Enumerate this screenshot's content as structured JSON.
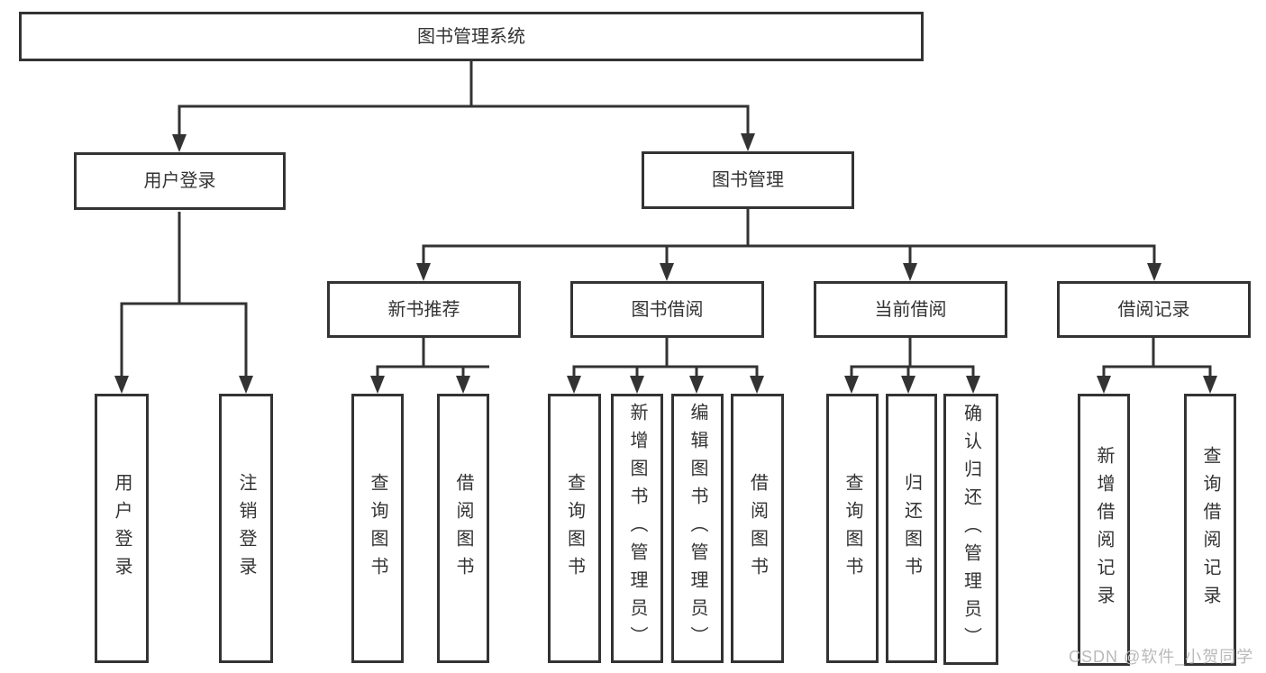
{
  "diagram_title": "图书管理系统",
  "tree": {
    "label": "图书管理系统",
    "children": [
      {
        "label": "用户登录",
        "children": [
          {
            "label": "用户登录"
          },
          {
            "label": "注销登录"
          }
        ]
      },
      {
        "label": "图书管理",
        "children": [
          {
            "label": "新书推荐",
            "children": [
              {
                "label": "查询图书"
              },
              {
                "label": "借阅图书"
              }
            ]
          },
          {
            "label": "图书借阅",
            "children": [
              {
                "label": "查询图书"
              },
              {
                "label": "新增图书（管理员）"
              },
              {
                "label": "编辑图书（管理员）"
              },
              {
                "label": "借阅图书"
              }
            ]
          },
          {
            "label": "当前借阅",
            "children": [
              {
                "label": "查询图书"
              },
              {
                "label": "归还图书"
              },
              {
                "label": "确认归还（管理员）"
              }
            ]
          },
          {
            "label": "借阅记录",
            "children": [
              {
                "label": "新增借阅记录"
              },
              {
                "label": "查询借阅记录"
              }
            ]
          }
        ]
      }
    ]
  },
  "watermark": {
    "text": "CSDN @软件_小贺同学"
  },
  "colors": {
    "line": "#333333",
    "box_border": "#333333",
    "text": "#333333",
    "background": "#ffffff",
    "watermark": "#b9b9b9"
  }
}
